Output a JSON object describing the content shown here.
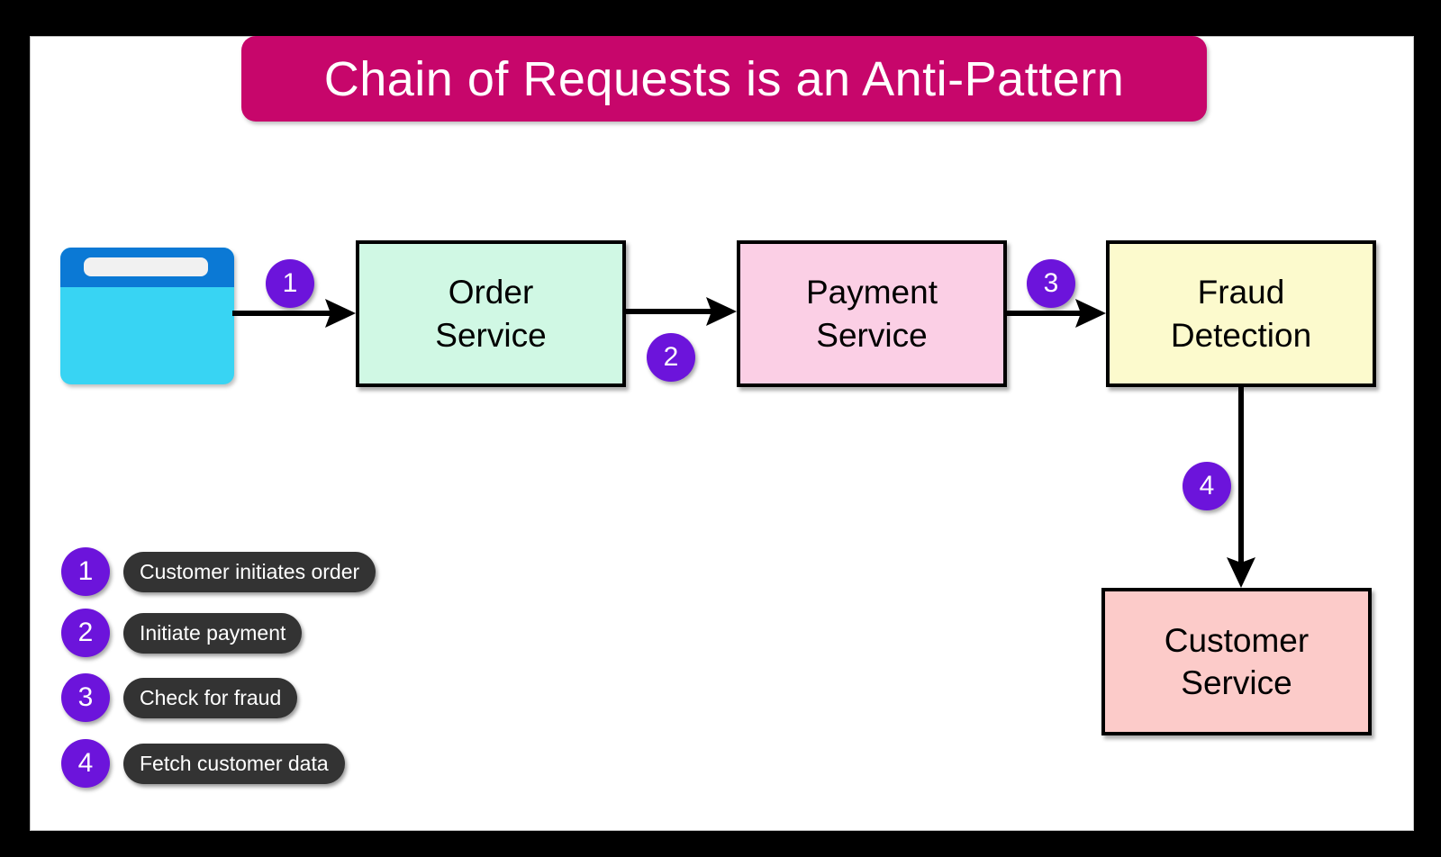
{
  "title": {
    "text": "Chain of Requests is an Anti-Pattern"
  },
  "colors": {
    "frame": "#000000",
    "canvas": "#FFFFFF",
    "banner": "#C7066B",
    "badge": "#6C14DB",
    "order_fill": "#D0F8E4",
    "payment_fill": "#FBCFE5",
    "fraud_fill": "#FCFACD",
    "customer_fill": "#FCCBC9",
    "legend_pill": "#333333",
    "browser_topbar": "#0B79D5",
    "browser_body": "#38D4F3",
    "arrow": "#000000"
  },
  "client": {
    "icon": "browser-window-icon"
  },
  "nodes": {
    "order": {
      "label": "Order\nService"
    },
    "payment": {
      "label": "Payment\nService"
    },
    "fraud": {
      "label": "Fraud\nDetection"
    },
    "customer": {
      "label": "Customer\nService"
    }
  },
  "edges": [
    {
      "from": "client",
      "to": "order",
      "step": "1"
    },
    {
      "from": "order",
      "to": "payment",
      "step": "2"
    },
    {
      "from": "payment",
      "to": "fraud",
      "step": "3"
    },
    {
      "from": "fraud",
      "to": "customer",
      "step": "4"
    }
  ],
  "steps": [
    {
      "number": "1",
      "description": "Customer initiates order"
    },
    {
      "number": "2",
      "description": "Initiate payment"
    },
    {
      "number": "3",
      "description": "Check for fraud"
    },
    {
      "number": "4",
      "description": "Fetch customer data"
    }
  ]
}
